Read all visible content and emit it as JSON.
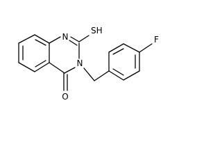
{
  "diagram": {
    "type": "chemical-structure",
    "atoms": {
      "n1": "N",
      "n3": "N",
      "sh": "SH",
      "o": "O",
      "f": "F"
    },
    "colors": {
      "bond": "#000000",
      "label": "#000000",
      "background": "#ffffff"
    }
  }
}
